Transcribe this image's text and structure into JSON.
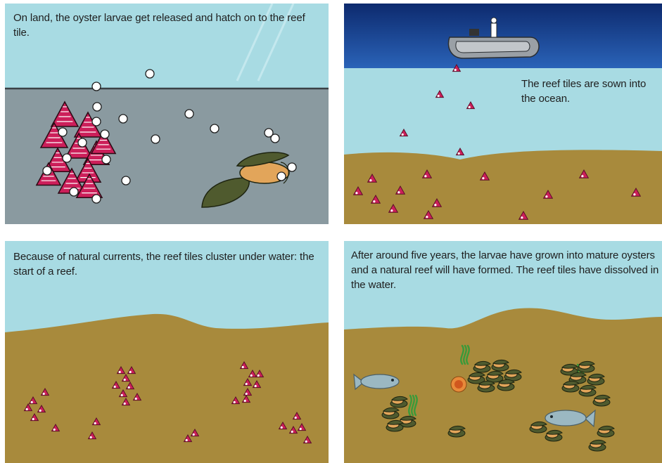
{
  "panels": [
    {
      "caption": "On land, the oyster larvae get released and hatch on to the reef tile."
    },
    {
      "caption": "The reef tiles are sown into the ocean."
    },
    {
      "caption": "Because of natural currents, the reef tiles cluster under water: the start of a reef."
    },
    {
      "caption": "After around five years, the larvae have grown into mature oysters and a natural reef will have formed. The reef tiles have dissolved in the water."
    }
  ],
  "colors": {
    "water": "#a8dbe3",
    "deep_sea": "#1a4fa0",
    "seabed": "#a88a3c",
    "tank": "#8a9aa0",
    "reef_tile": "#cc1f5a",
    "oyster_shell": "#4f5a2e",
    "oyster_meat": "#e2a55a",
    "fish": "#9bb8c2",
    "seaweed": "#3a9a3a"
  }
}
